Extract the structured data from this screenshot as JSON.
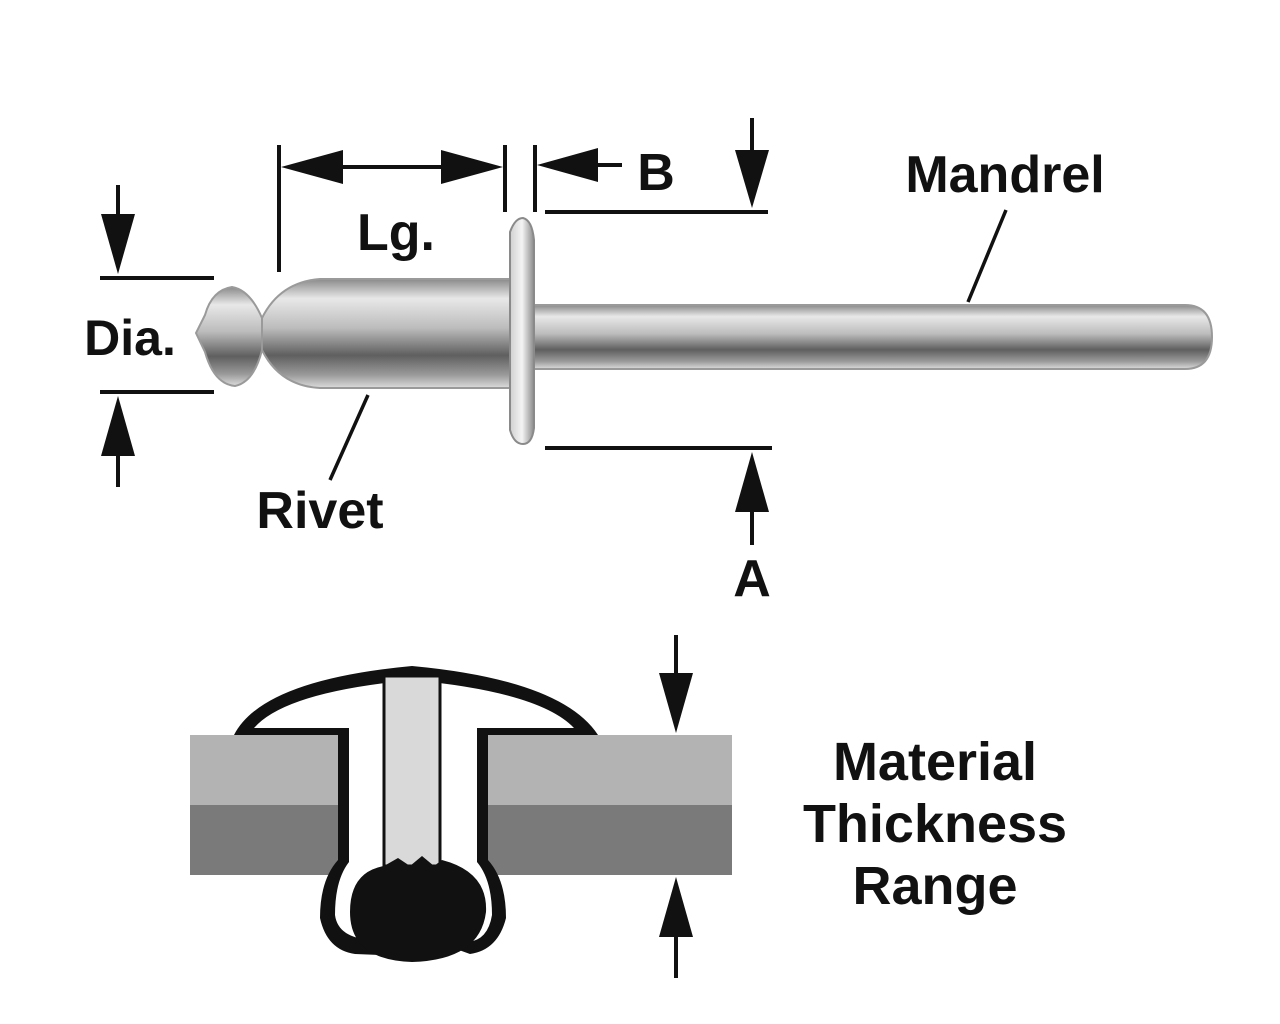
{
  "labels": {
    "length": "Lg.",
    "diameter": "Dia.",
    "b": "B",
    "a": "A",
    "mandrel": "Mandrel",
    "rivet": "Rivet",
    "material_line1": "Material",
    "material_line2": "Thickness",
    "material_line3": "Range"
  },
  "colors": {
    "ink": "#111111",
    "metal_light": "#e6e6e6",
    "metal_mid": "#bdbdbd",
    "metal_dark": "#6e6e6e",
    "plate_top": "#b3b3b3",
    "plate_bottom": "#7a7a7a",
    "mandrel_core": "#d9d9d9"
  }
}
